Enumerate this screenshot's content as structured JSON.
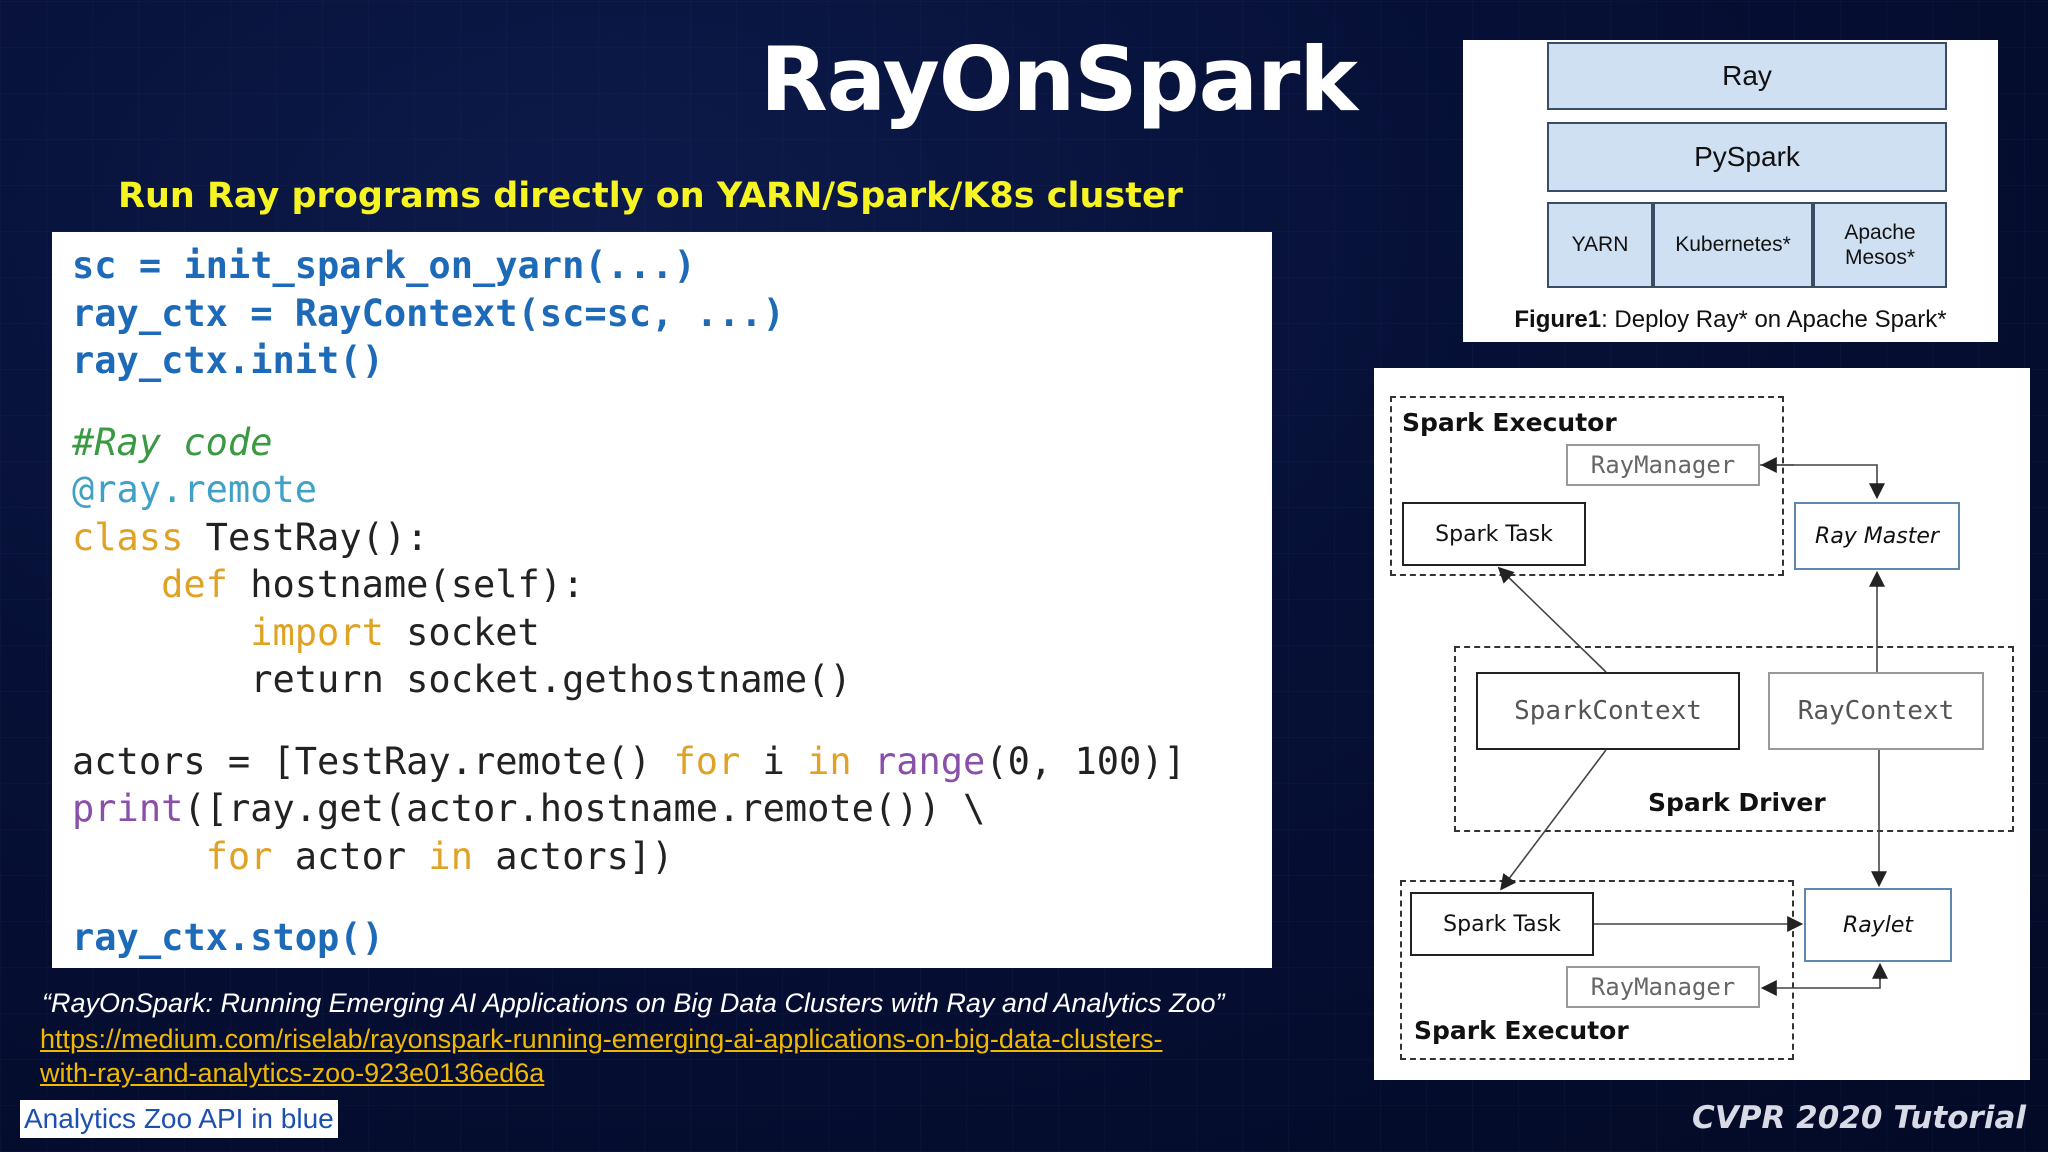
{
  "slide": {
    "title": "RayOnSpark",
    "subtitle": "Run Ray programs directly on YARN/Spark/K8s cluster",
    "footer": "CVPR 2020 Tutorial",
    "api_note": "Analytics Zoo API in blue",
    "quote": "“RayOnSpark: Running Emerging AI Applications on Big Data Clusters with Ray and Analytics Zoo”",
    "link_line1": "https://medium.com/riselab/rayonspark-running-emerging-ai-applications-on-big-data-clusters-",
    "link_line2": "with-ray-and-analytics-zoo-923e0136ed6a"
  },
  "code": {
    "l1": "sc = init_spark_on_yarn(...)",
    "l2": "ray_ctx = RayContext(sc=sc, ...)",
    "l3": "ray_ctx.init()",
    "l4": "#Ray code",
    "l5": "@ray.remote",
    "l6_kw": "class",
    "l6_rest": " TestRay():",
    "l7_indent": "    ",
    "l7_kw": "def",
    "l7_rest": " hostname(self):",
    "l8_indent": "        ",
    "l8_kw": "import",
    "l8_rest": " socket",
    "l9": "        return socket.gethostname()",
    "l10_a": "actors = [TestRay.remote() ",
    "l10_for": "for",
    "l10_b": " i ",
    "l10_in": "in",
    "l10_c": " ",
    "l10_range": "range",
    "l10_d": "(0, 100)]",
    "l11_print": "print",
    "l11_rest": "([ray.get(actor.hostname.remote()) \\",
    "l12_indent": "      ",
    "l12_for": "for",
    "l12_b": " actor ",
    "l12_in": "in",
    "l12_c": " actors])",
    "l13": "ray_ctx.stop()"
  },
  "figure1": {
    "ray": "Ray",
    "pyspark": "PySpark",
    "yarn": "YARN",
    "kubernetes": "Kubernetes*",
    "mesos_line1": "Apache",
    "mesos_line2": "Mesos*",
    "caption_bold": "Figure1",
    "caption_rest": ": Deploy Ray* on Apache Spark*"
  },
  "figure2": {
    "spark_executor_top": "Spark Executor",
    "ray_manager_top": "RayManager",
    "spark_task_top": "Spark Task",
    "ray_master": "Ray Master",
    "spark_context": "SparkContext",
    "ray_context": "RayContext",
    "spark_driver": "Spark Driver",
    "spark_task_bottom": "Spark Task",
    "raylet": "Raylet",
    "ray_manager_bottom": "RayManager",
    "spark_executor_bottom": "Spark Executor"
  }
}
